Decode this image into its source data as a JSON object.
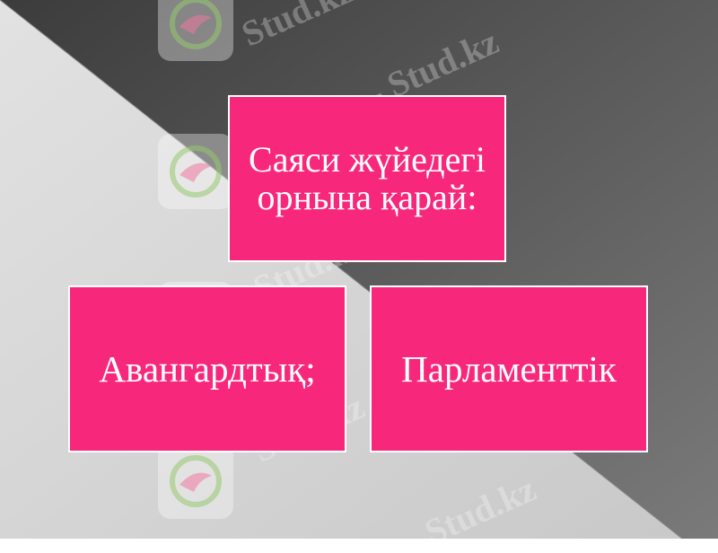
{
  "watermark": {
    "text": "Stud.kz",
    "text_dash": "Stud.kz - Stud.kz",
    "logo_icon": "hummingbird-logo-icon"
  },
  "diagram": {
    "top_box": {
      "label": "Саяси жүйедегі орнына қарай:"
    },
    "left_box": {
      "label": "Авангардтық;"
    },
    "right_box": {
      "label": "Парламенттік"
    }
  },
  "colors": {
    "box_fill": "#f7287b",
    "box_border": "#ffffff",
    "bg_light": "#d3d3d3",
    "bg_dark": "#555555"
  }
}
